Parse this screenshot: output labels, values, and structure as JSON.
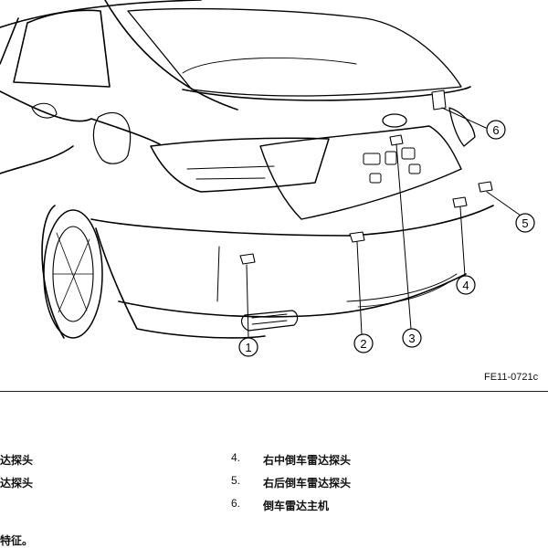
{
  "figure_id": "FE11-0721c",
  "callouts": [
    "1",
    "2",
    "3",
    "4",
    "5",
    "6"
  ],
  "legend_left": [
    {
      "text": "达探头"
    },
    {
      "text": "达探头"
    }
  ],
  "legend_right": [
    {
      "num": "4.",
      "text": "右中倒车雷达探头"
    },
    {
      "num": "5.",
      "text": "右后倒车雷达探头"
    },
    {
      "num": "6.",
      "text": "倒车雷达主机"
    }
  ],
  "footer_fragment": "特征。"
}
